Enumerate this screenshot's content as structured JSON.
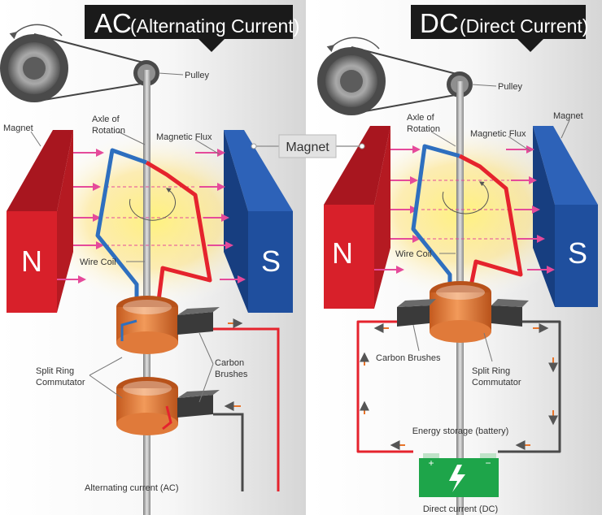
{
  "colors": {
    "north": "#d8202a",
    "south": "#1f4f9e",
    "copper": "#e07a3a",
    "wire_red": "#e5232d",
    "wire_blue": "#2e6fbf",
    "arrow_pink": "#e54a9a",
    "battery": "#1ea54a"
  },
  "ac": {
    "title_main": "AC",
    "title_sub": "(Alternating Current)",
    "pulley": "Pulley",
    "magnet": "Magnet",
    "axle_line1": "Axle of",
    "axle_line2": "Rotation",
    "flux": "Magnetic Flux",
    "wire_coil": "Wire Coil",
    "north": "N",
    "south": "S",
    "commutator_line1": "Split Ring",
    "commutator_line2": "Commutator",
    "brushes_line1": "Carbon",
    "brushes_line2": "Brushes",
    "output": "Alternating current (AC)"
  },
  "center_magnet": "Magnet",
  "dc": {
    "title_main": "DC",
    "title_sub": "(Direct Current)",
    "pulley": "Pulley",
    "magnet": "Magnet",
    "axle_line1": "Axle of",
    "axle_line2": "Rotation",
    "flux": "Magnetic Flux",
    "wire_coil": "Wire Coil",
    "north": "N",
    "south": "S",
    "brushes": "Carbon Brushes",
    "commutator_line1": "Split Ring",
    "commutator_line2": "Commutator",
    "battery_label": "Energy storage (battery)",
    "battery_plus": "+",
    "battery_minus": "−",
    "output": "Direct current (DC)"
  }
}
